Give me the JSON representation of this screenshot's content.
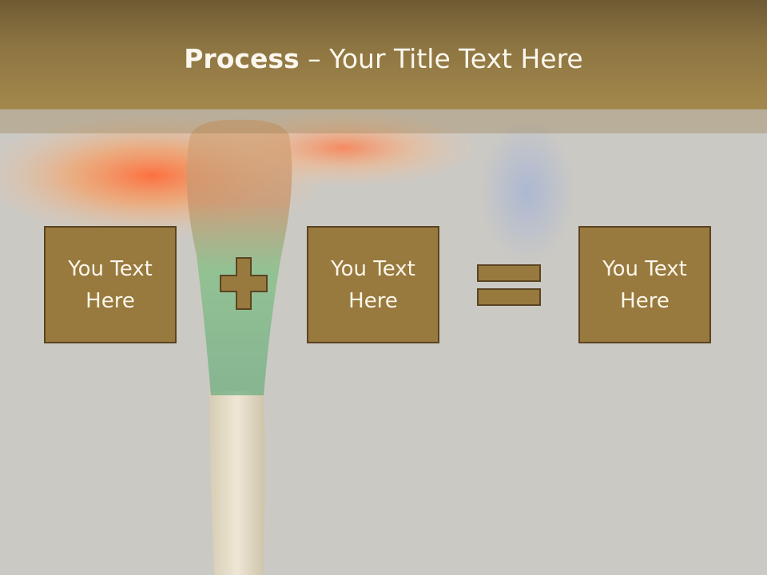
{
  "slide": {
    "title_bold": "Process",
    "title_rest": " – Your Title Text Here"
  },
  "boxes": [
    {
      "text": "You Text Here"
    },
    {
      "text": "You Text Here"
    },
    {
      "text": "You Text Here"
    }
  ],
  "operators": [
    "plus-icon",
    "equals-icon"
  ],
  "colors": {
    "title_bar": "#8c7441",
    "box_fill": "#98793e",
    "box_border": "#5a4422",
    "background": "#cbc9c4"
  }
}
